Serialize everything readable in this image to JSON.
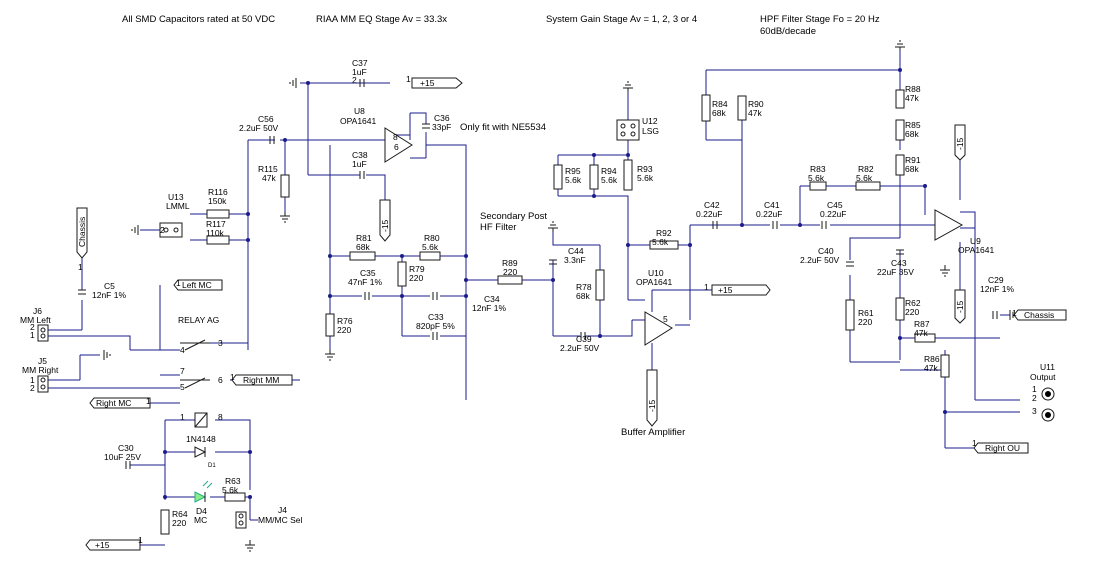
{
  "notes": {
    "smd_caps": "All SMD Capacitors rated at 50 VDC",
    "riaa": "RIAA MM EQ Stage Av = 33.3x",
    "system_gain": "System Gain Stage Av = 1, 2, 3 or 4",
    "hpf": "HPF Filter Stage Fo = 20 Hz",
    "hpf_slope": "60dB/decade",
    "ne5534": "Only fit with NE5534",
    "secondary_post_1": "Secondary Post",
    "secondary_post_2": "HF Filter",
    "buffer": "Buffer Amplifier"
  },
  "labels": {
    "plus15_top": "+15",
    "minus15_u8": "-15",
    "plus15_u10": "+15",
    "minus15_u10": "-15",
    "minus15_u9_top": "-15",
    "minus15_u9_bot": "-15",
    "plus15_bottom": "+15",
    "chassis_left": "Chassis",
    "chassis_right": "Chassis",
    "left_mc": "Left MC",
    "right_mc": "Right MC",
    "right_mm": "Right MM",
    "right_out": "Right OU",
    "j6": "J6",
    "j6_name": "MM Left",
    "j5": "J5",
    "j5_name": "MM Right",
    "j4": "J4",
    "j4_name": "MM/MC Sel",
    "u11": "U11",
    "u11_name": "Output",
    "relay": "RELAY AG",
    "u8": "U8",
    "u8_part": "OPA1641",
    "u9": "U9",
    "u9_part": "OPA1641",
    "u10": "U10",
    "u10_part": "OPA1641",
    "u12": "U12",
    "u12_part": "LSG",
    "u13": "U13",
    "u13_part": "LMML",
    "d4": "D4",
    "d4_name": "MC",
    "diode": "1N4148",
    "d1": "D1"
  },
  "components": {
    "C37": "C37",
    "C37_v": "1uF",
    "C36": "C36",
    "C36_v": "33pF",
    "C38": "C38",
    "C38_v": "1uF",
    "C56": "C56",
    "C56_v": "2.2uF 50V",
    "R115": "R115",
    "R115_v": "47k",
    "R116": "R116",
    "R116_v": "150k",
    "R117": "R117",
    "R117_v": "110k",
    "C5": "C5",
    "C5_v": "12nF 1%",
    "R81": "R81",
    "R81_v": "68k",
    "R80": "R80",
    "R80_v": "5.6k",
    "C35": "C35",
    "C35_v": "47nF 1%",
    "R79": "R79",
    "R79_v": "220",
    "R76": "R76",
    "R76_v": "220",
    "C33": "C33",
    "C33_v": "820pF 5%",
    "C34": "C34",
    "C34_v": "12nF 1%",
    "R89": "R89",
    "R89_v": "220",
    "C44": "C44",
    "C44_v": "3.3nF",
    "R78": "R78",
    "R78_v": "68k",
    "C39": "C39",
    "C39_v": "2.2uF 50V",
    "R95": "R95",
    "R95_v": "5.6k",
    "R94": "R94",
    "R94_v": "5.6k",
    "R93": "R93",
    "R93_v": "5.6k",
    "R92": "R92",
    "R92_v": "5.6k",
    "R84": "R84",
    "R84_v": "68k",
    "R90": "R90",
    "R90_v": "47k",
    "C42": "C42",
    "C42_v": "0.22uF",
    "C41": "C41",
    "C41_v": "0.22uF",
    "C45": "C45",
    "C45_v": "0.22uF",
    "R83": "R83",
    "R83_v": "5.6k",
    "R82": "R82",
    "R82_v": "5.6k",
    "R88": "R88",
    "R88_v": "47k",
    "R85": "R85",
    "R85_v": "68k",
    "R91": "R91",
    "R91_v": "68k",
    "C40": "C40",
    "C40_v": "2.2uF 50V",
    "C43": "C43",
    "C43_v": "22uF 35V",
    "R61": "R61",
    "R61_v": "220",
    "R62": "R62",
    "R62_v": "220",
    "R87": "R87",
    "R87_v": "47k",
    "R86": "R86",
    "R86_v": "47k",
    "C29": "C29",
    "C29_v": "12nF 1%",
    "C30": "C30",
    "C30_v": "10uF 25V",
    "R63": "R63",
    "R63_v": "5.6k",
    "R64": "R64",
    "R64_v": "220"
  },
  "pins": [
    "1",
    "2",
    "3",
    "4",
    "5",
    "6",
    "7",
    "8"
  ]
}
